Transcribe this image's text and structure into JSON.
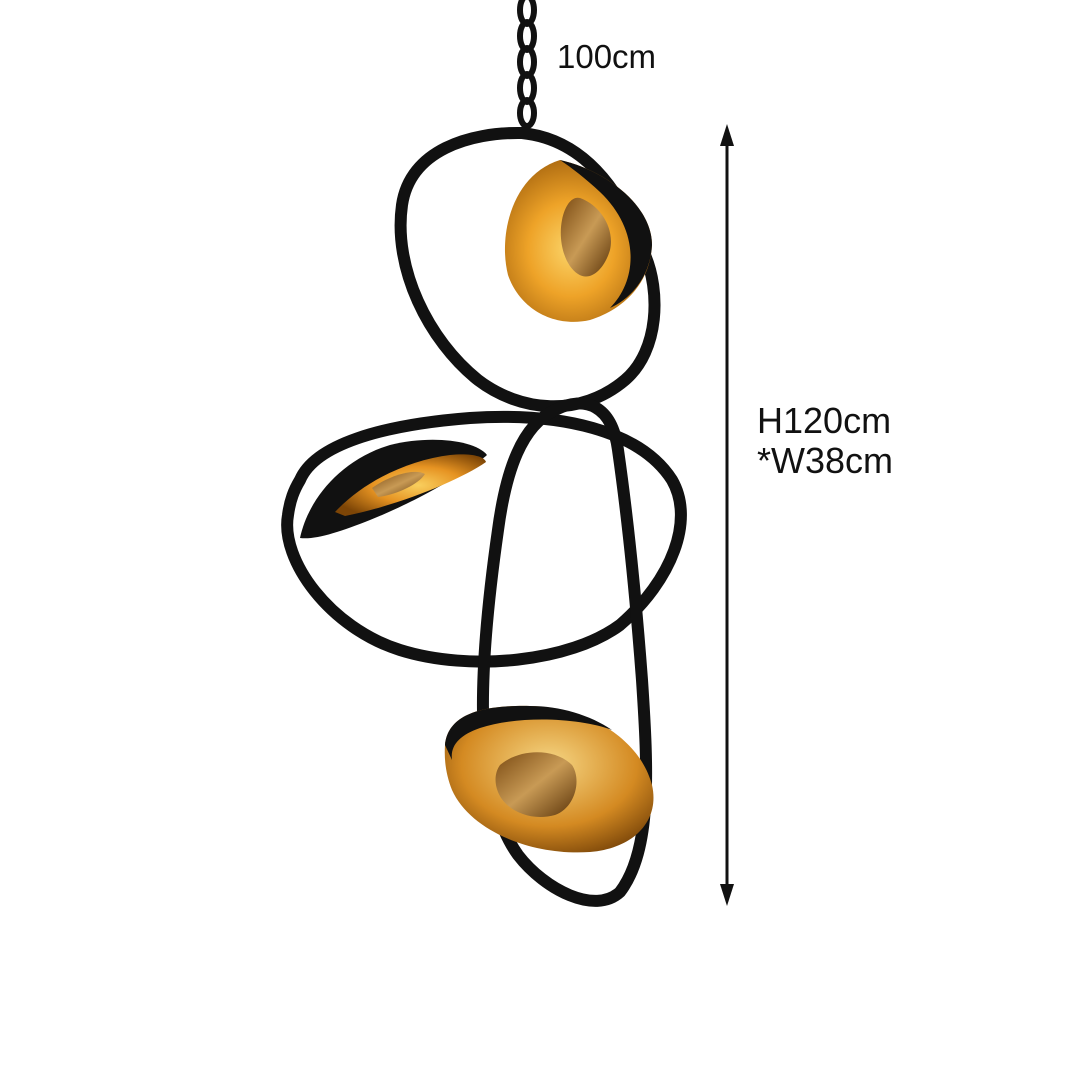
{
  "product": {
    "chain_length": "100cm",
    "height": "H120cm",
    "width": "*W38cm"
  },
  "colors": {
    "background": "#ffffff",
    "frame": "#111111",
    "shade_inner": "#e89a1c",
    "shade_highlight": "#f7c24a",
    "shade_deep": "#8a4f08",
    "text": "#111111"
  }
}
